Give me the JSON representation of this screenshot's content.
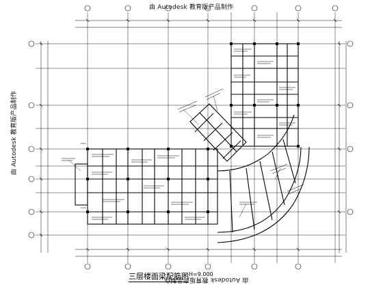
{
  "drawing": {
    "title": "三层楼面梁配筋图",
    "elevation": "H=9.000",
    "watermark": "由 Autodesk 教育版产品制作"
  }
}
